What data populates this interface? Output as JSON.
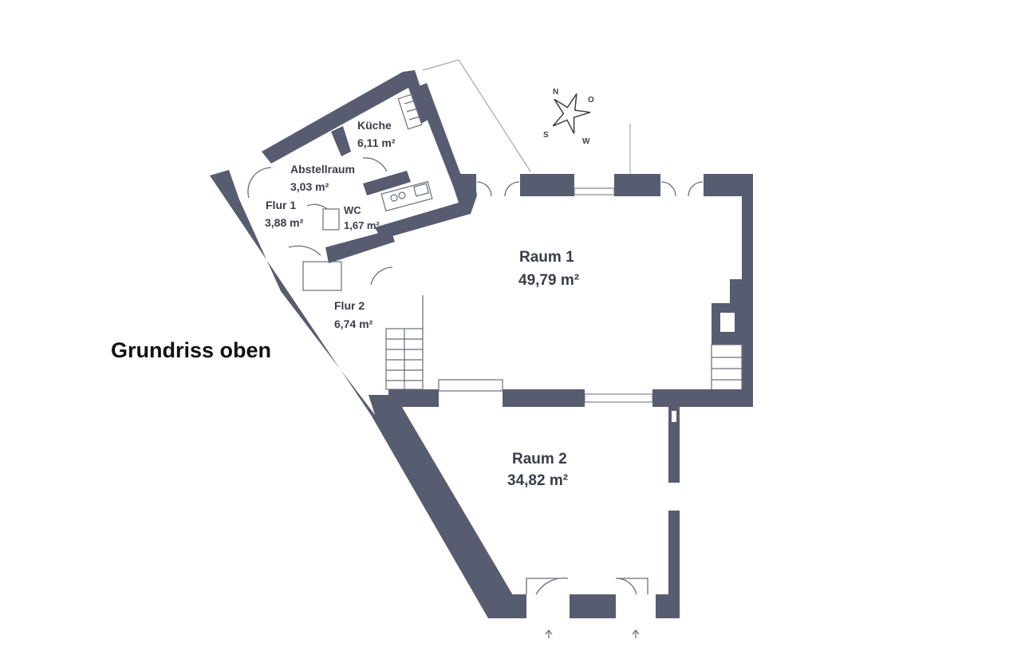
{
  "heading": "Grundriss oben",
  "rooms": {
    "kueche": {
      "name": "Küche",
      "area": "6,11 m²"
    },
    "abstell": {
      "name": "Abstellraum",
      "area": "3,03 m²"
    },
    "flur1": {
      "name": "Flur 1",
      "area": "3,88 m²"
    },
    "wc": {
      "name": "WC",
      "area": "1,67 m²"
    },
    "flur2": {
      "name": "Flur 2",
      "area": "6,74 m²"
    },
    "raum1": {
      "name": "Raum 1",
      "area": "49,79 m²"
    },
    "raum2": {
      "name": "Raum 2",
      "area": "34,82 m²"
    }
  },
  "compass": {
    "north": "N",
    "east": "O",
    "south": "S",
    "west": "W"
  },
  "colors": {
    "wall": "#585c70",
    "line": "#6a6d7c",
    "text": "#3a3d4a"
  }
}
